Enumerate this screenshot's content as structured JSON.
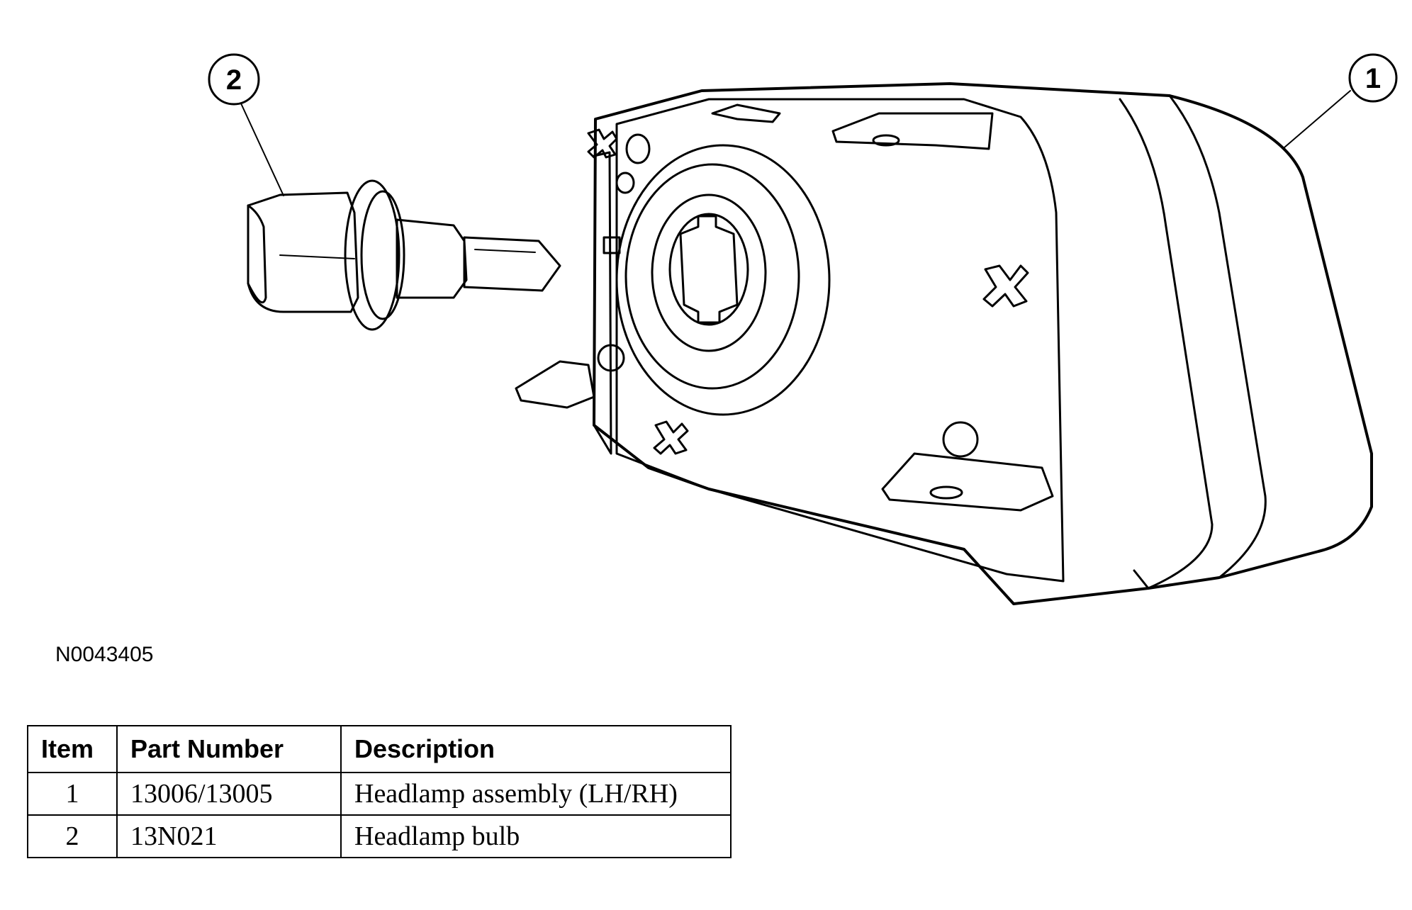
{
  "figure_id": "N0043405",
  "callouts": {
    "assembly": "1",
    "bulb": "2"
  },
  "table": {
    "headers": {
      "item": "Item",
      "part_number": "Part Number",
      "description": "Description"
    },
    "rows": [
      {
        "item": "1",
        "part_number": "13006/13005",
        "description": "Headlamp assembly (LH/RH)"
      },
      {
        "item": "2",
        "part_number": "13N021",
        "description": "Headlamp bulb"
      }
    ]
  }
}
